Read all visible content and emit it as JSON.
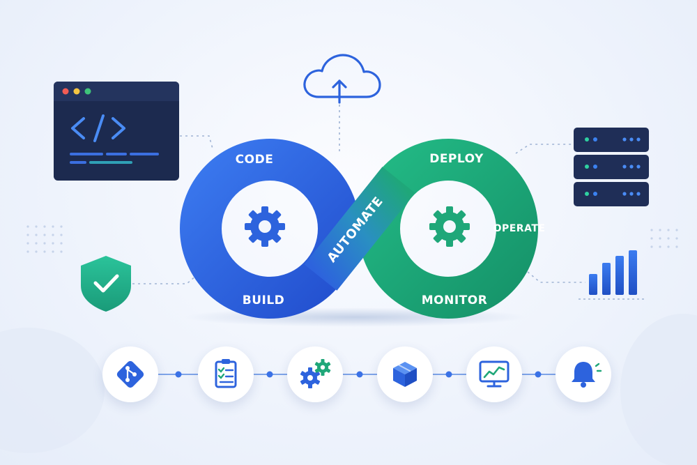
{
  "diagram": {
    "loop_labels": {
      "code": "CODE",
      "build": "BUILD",
      "automate": "AUTOMATE",
      "deploy": "DEPLOY",
      "operate": "OPERATE",
      "monitor": "MONITOR"
    },
    "colors": {
      "blue": "#2d63dd",
      "green": "#1fa779",
      "teal": "#2fb6b0",
      "dark_panel": "#1c2a4f",
      "background": "#eef3fc"
    },
    "side_icons": [
      "code-window-icon",
      "cloud-upload-icon",
      "server-stack-icon",
      "shield-check-icon",
      "bar-chart-icon"
    ],
    "pipeline_steps": [
      {
        "icon": "git-branch-icon"
      },
      {
        "icon": "checklist-icon"
      },
      {
        "icon": "gears-icon"
      },
      {
        "icon": "package-box-icon"
      },
      {
        "icon": "monitor-chart-icon"
      },
      {
        "icon": "bell-icon"
      }
    ]
  }
}
